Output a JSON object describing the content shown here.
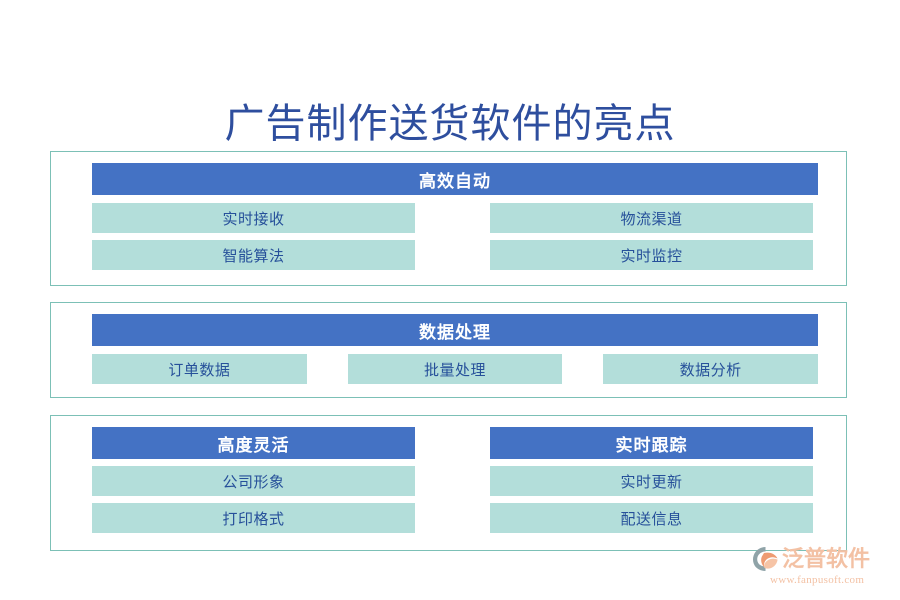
{
  "slide": {
    "title": "广告制作送货软件的亮点",
    "title_color": "#2E4E9E",
    "background": "#ffffff"
  },
  "theme": {
    "header_bar_color": "#4472C4",
    "header_text_color": "#ffffff",
    "chip_color": "#B3DEDA",
    "chip_text_color": "#26509A",
    "panel_border_color": "#7CC0B6",
    "watermark_color": "#F3C1A4"
  },
  "sections": [
    {
      "layout": "two-column",
      "headers": [
        {
          "label": "高效自动"
        }
      ],
      "columns": [
        {
          "items": [
            {
              "label": "实时接收"
            },
            {
              "label": "智能算法"
            }
          ]
        },
        {
          "items": [
            {
              "label": "物流渠道"
            },
            {
              "label": "实时监控"
            }
          ]
        }
      ]
    },
    {
      "layout": "three-across",
      "headers": [
        {
          "label": "数据处理"
        }
      ],
      "items": [
        {
          "label": "订单数据"
        },
        {
          "label": "批量处理"
        },
        {
          "label": "数据分析"
        }
      ]
    },
    {
      "layout": "two-column-headed",
      "columns": [
        {
          "header": "高度灵活",
          "items": [
            {
              "label": "公司形象"
            },
            {
              "label": "打印格式"
            }
          ]
        },
        {
          "header": "实时跟踪",
          "items": [
            {
              "label": "实时更新"
            },
            {
              "label": "配送信息"
            }
          ]
        }
      ]
    }
  ],
  "watermark": {
    "brand": "泛普软件",
    "url": "www.fanpusoft.com"
  }
}
